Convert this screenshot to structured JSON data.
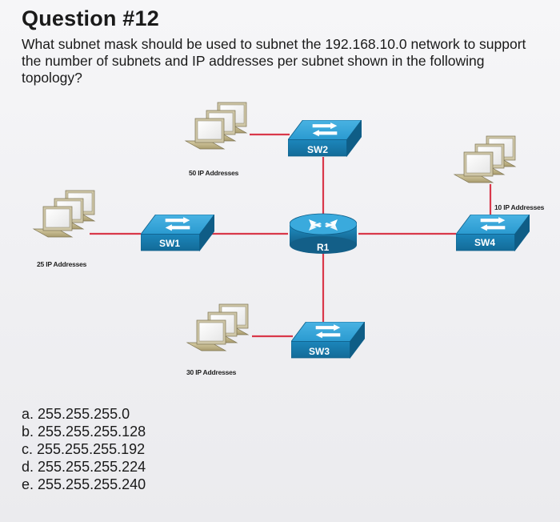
{
  "question": {
    "title": "Question #12",
    "text": "What subnet mask should be used to subnet the 192.168.10.0 network to support the number of subnets and IP addresses per subnet shown in the following topology?"
  },
  "topology": {
    "devices": {
      "sw1": "SW1",
      "sw2": "SW2",
      "sw3": "SW3",
      "sw4": "SW4",
      "r1": "R1"
    },
    "hosts": {
      "left": "25 IP Addresses",
      "top": "50 IP Addresses",
      "bottom": "30 IP Addresses",
      "right": "10 IP Addresses"
    },
    "colors": {
      "device": "#1f8fc4",
      "link": "#d9384a"
    }
  },
  "answers": [
    "a. 255.255.255.0",
    "b. 255.255.255.128",
    "c. 255.255.255.192",
    "d. 255.255.255.224",
    "e. 255.255.255.240"
  ]
}
